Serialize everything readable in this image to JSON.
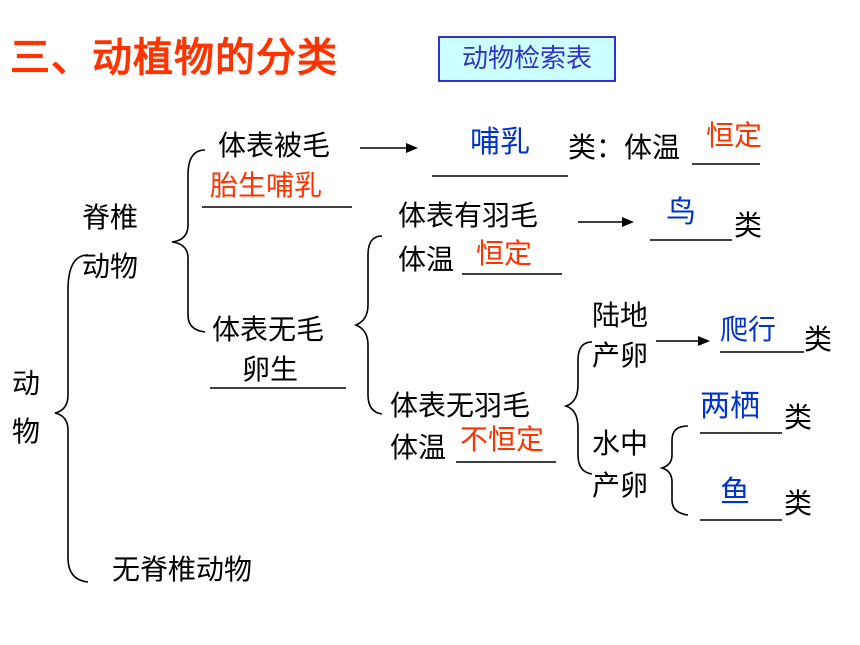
{
  "title": "三、动植物的分类",
  "badge": "动物检索表",
  "nodes": {
    "root_line1": "动",
    "root_line2": "物",
    "vertebrate_line1": "脊椎",
    "vertebrate_line2": "动物",
    "invertebrate": "无脊椎动物",
    "fur": "体表被毛",
    "class_suffix_temp": "类：体温",
    "no_fur_line1": "体表无毛",
    "no_fur_line2": "卵生",
    "feather_line1": "体表有羽毛",
    "feather_line2": "体温",
    "no_feather_line1": "体表无羽毛",
    "no_feather_line2": "体温",
    "land_line1": "陆地",
    "land_line2": "产卵",
    "water_line1": "水中",
    "water_line2": "产卵",
    "class_suffix": "类"
  },
  "answers": {
    "mammal": "哺乳",
    "mammal_temp": "恒定",
    "viviparous": "胎生哺乳",
    "bird": "鸟",
    "bird_temp": "恒定",
    "reptile": "爬行",
    "amphibian": "两栖",
    "fish": "鱼",
    "cold_temp": "不恒定"
  },
  "colors": {
    "title": "#ff3300",
    "answer_red": "#ff3300",
    "answer_blue": "#0033cc",
    "badge_border": "#3333cc",
    "badge_fill": "#ccffff"
  }
}
